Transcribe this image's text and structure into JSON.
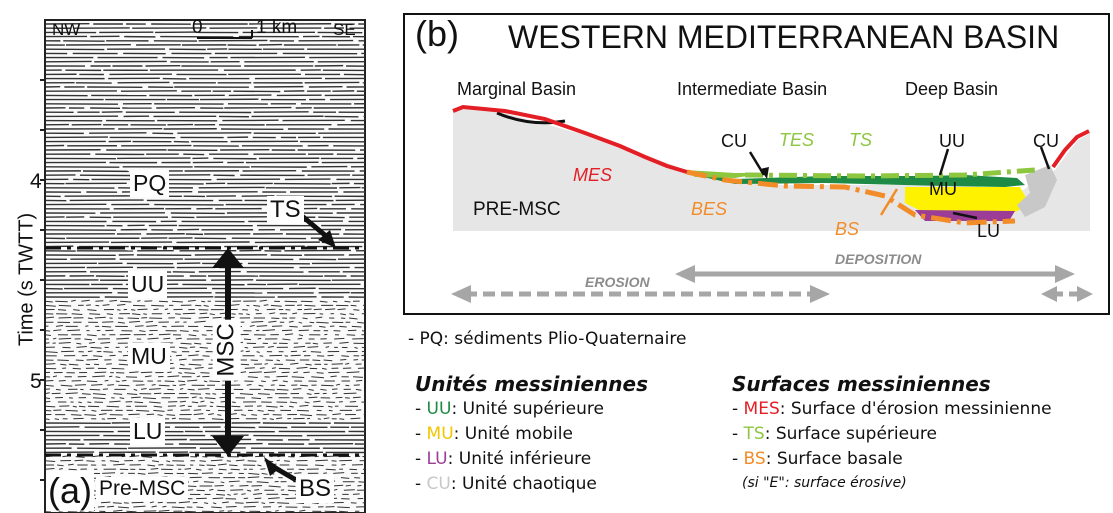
{
  "panel_a": {
    "label": "(a)",
    "dir_left": "NW",
    "dir_right": "SE",
    "scale_zero": "0",
    "scale_km": "1 km",
    "y_axis_label": "Time (s TWTT)",
    "tick_4": "4",
    "tick_5": "5",
    "units": [
      "PQ",
      "UU",
      "MU",
      "LU",
      "Pre-MSC"
    ],
    "surface_ts": "TS",
    "surface_bs": "BS",
    "msc_label": "MSC"
  },
  "panel_b": {
    "label": "(b)",
    "title": "WESTERN MEDITERRANEAN BASIN",
    "basins": [
      "Marginal Basin",
      "Intermediate Basin",
      "Deep Basin"
    ],
    "labels": {
      "cu_left": "CU",
      "cu_right": "CU",
      "tes": "TES",
      "ts": "TS",
      "uu": "UU",
      "mes": "MES",
      "mu": "MU",
      "bes": "BES",
      "bs": "BS",
      "lu": "LU",
      "pre_msc": "PRE-MSC"
    },
    "erosion": "EROSION",
    "deposition": "DEPOSITION"
  },
  "colors": {
    "mes_red": "#e31e24",
    "bes_orange": "#f28c28",
    "ts_green": "#8dc63f",
    "uu_green": "#1e8a45",
    "mu_yellow": "#fff200",
    "lu_purple": "#9b3d97",
    "cu_grey": "#c8c8c8",
    "basement": "#e6e6e6",
    "arrow_grey": "#a6a6a6"
  },
  "legend": {
    "pq_line": "- PQ:  sédiments Plio-Quaternaire",
    "units_heading": "Unités messiniennes",
    "surfaces_heading": "Surfaces messiniennes",
    "units": [
      {
        "dash": "- ",
        "key": "UU",
        "text": ": Unité supérieure",
        "color": "#1e8a45"
      },
      {
        "dash": "- ",
        "key": "MU",
        "text": ": Unité mobile",
        "color": "#f2c500"
      },
      {
        "dash": "- ",
        "key": "LU",
        "text": ": Unité inférieure",
        "color": "#9b3d97"
      },
      {
        "dash": "- ",
        "key": "CU",
        "text": ": Unité chaotique",
        "color": "#c8c8c8"
      }
    ],
    "surfaces": [
      {
        "dash": "- ",
        "key": "MES",
        "text": ": Surface d'érosion messinienne",
        "color": "#e31e24"
      },
      {
        "dash": "- ",
        "key": "TS",
        "text": ": Surface supérieure",
        "color": "#8dc63f"
      },
      {
        "dash": "- ",
        "key": "BS",
        "text": ": Surface basale",
        "color": "#f28c28"
      }
    ],
    "erosive_note": "(si \"E\": surface érosive)"
  }
}
